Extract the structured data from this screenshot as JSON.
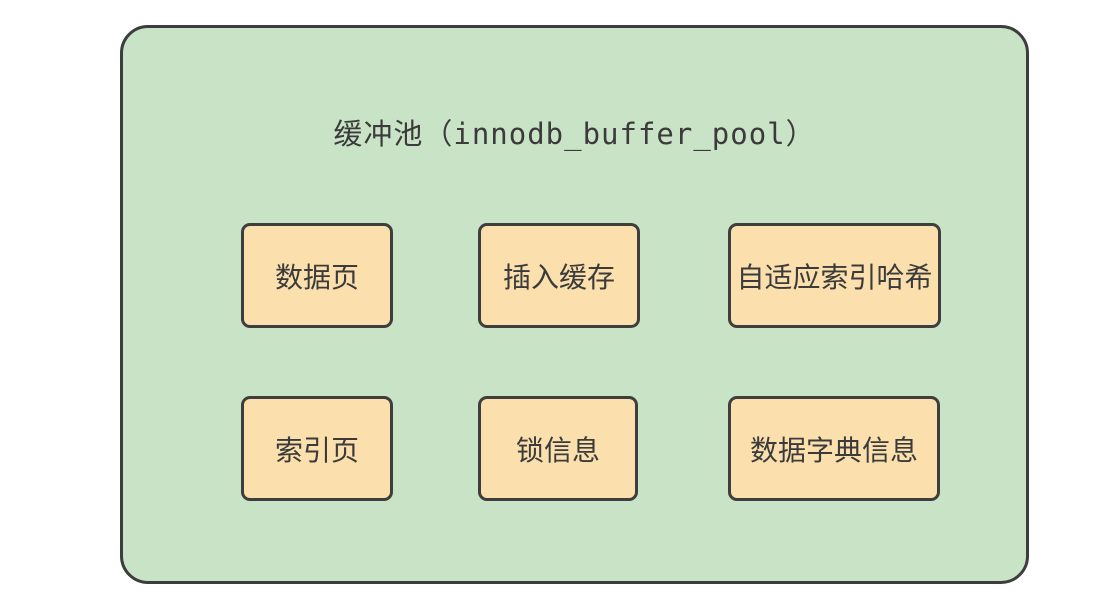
{
  "diagram": {
    "title": "缓冲池（innodb_buffer_pool）",
    "boxes": [
      {
        "label": "数据页"
      },
      {
        "label": "插入缓存"
      },
      {
        "label": "自适应索引哈希"
      },
      {
        "label": "索引页"
      },
      {
        "label": "锁信息"
      },
      {
        "label": "数据字典信息"
      }
    ],
    "colors": {
      "container_fill": "#c9e3c6",
      "box_fill": "#fbe0ad",
      "border": "#3d3d3d",
      "text": "#3b3b3b"
    }
  }
}
